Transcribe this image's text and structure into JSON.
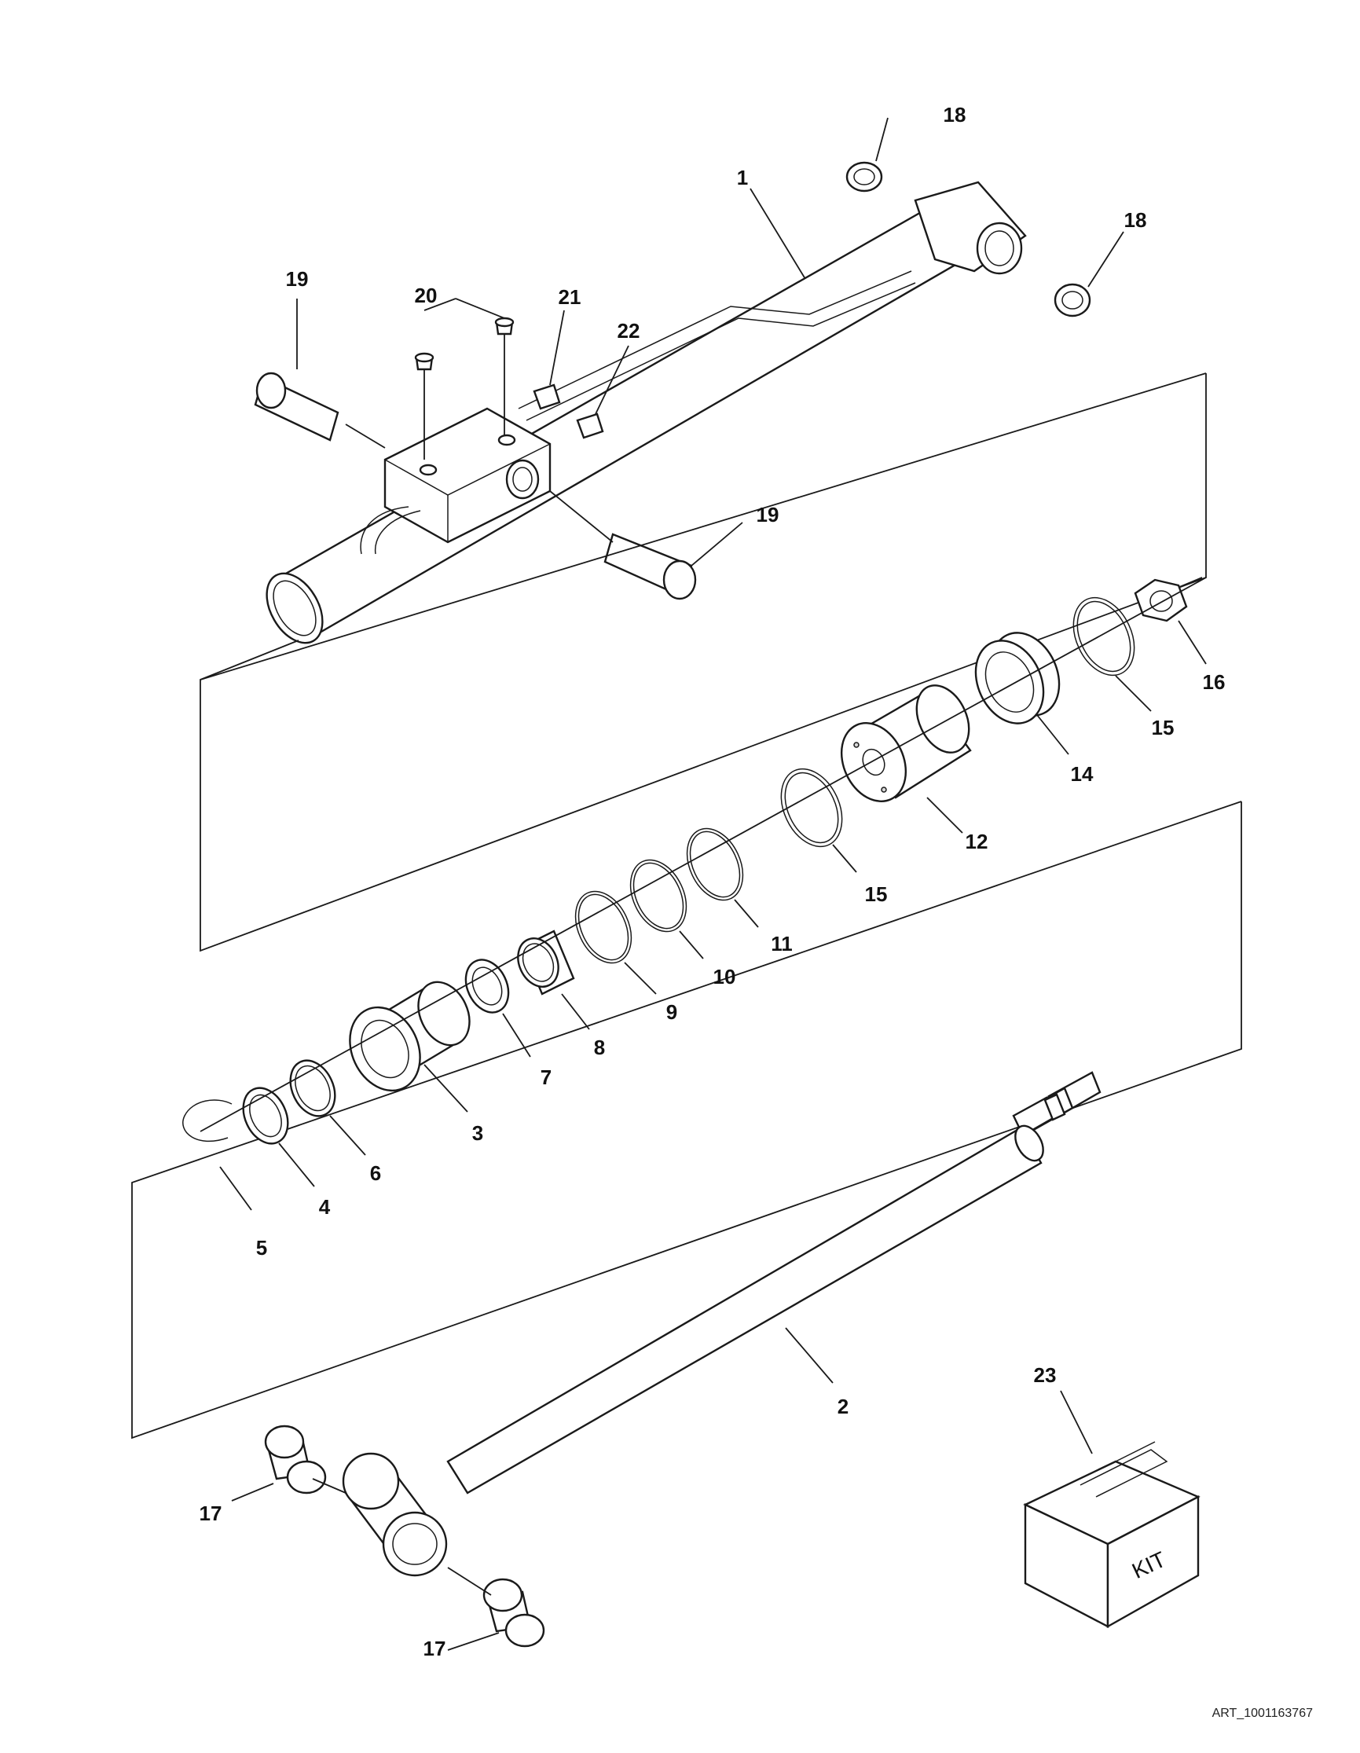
{
  "diagram": {
    "callouts": [
      {
        "id": "c1",
        "label": "1"
      },
      {
        "id": "c2",
        "label": "2"
      },
      {
        "id": "c3",
        "label": "3"
      },
      {
        "id": "c4",
        "label": "4"
      },
      {
        "id": "c5",
        "label": "5"
      },
      {
        "id": "c6",
        "label": "6"
      },
      {
        "id": "c7",
        "label": "7"
      },
      {
        "id": "c8",
        "label": "8"
      },
      {
        "id": "c9",
        "label": "9"
      },
      {
        "id": "c10",
        "label": "10"
      },
      {
        "id": "c11",
        "label": "11"
      },
      {
        "id": "c12",
        "label": "12"
      },
      {
        "id": "c14",
        "label": "14"
      },
      {
        "id": "c15a",
        "label": "15"
      },
      {
        "id": "c15b",
        "label": "15"
      },
      {
        "id": "c16",
        "label": "16"
      },
      {
        "id": "c17a",
        "label": "17"
      },
      {
        "id": "c17b",
        "label": "17"
      },
      {
        "id": "c18a",
        "label": "18"
      },
      {
        "id": "c18b",
        "label": "18"
      },
      {
        "id": "c19a",
        "label": "19"
      },
      {
        "id": "c19b",
        "label": "19"
      },
      {
        "id": "c20",
        "label": "20"
      },
      {
        "id": "c21",
        "label": "21"
      },
      {
        "id": "c22",
        "label": "22"
      },
      {
        "id": "c23",
        "label": "23"
      }
    ],
    "kit_box_text": "KIT",
    "art_id": "ART_1001163767"
  }
}
